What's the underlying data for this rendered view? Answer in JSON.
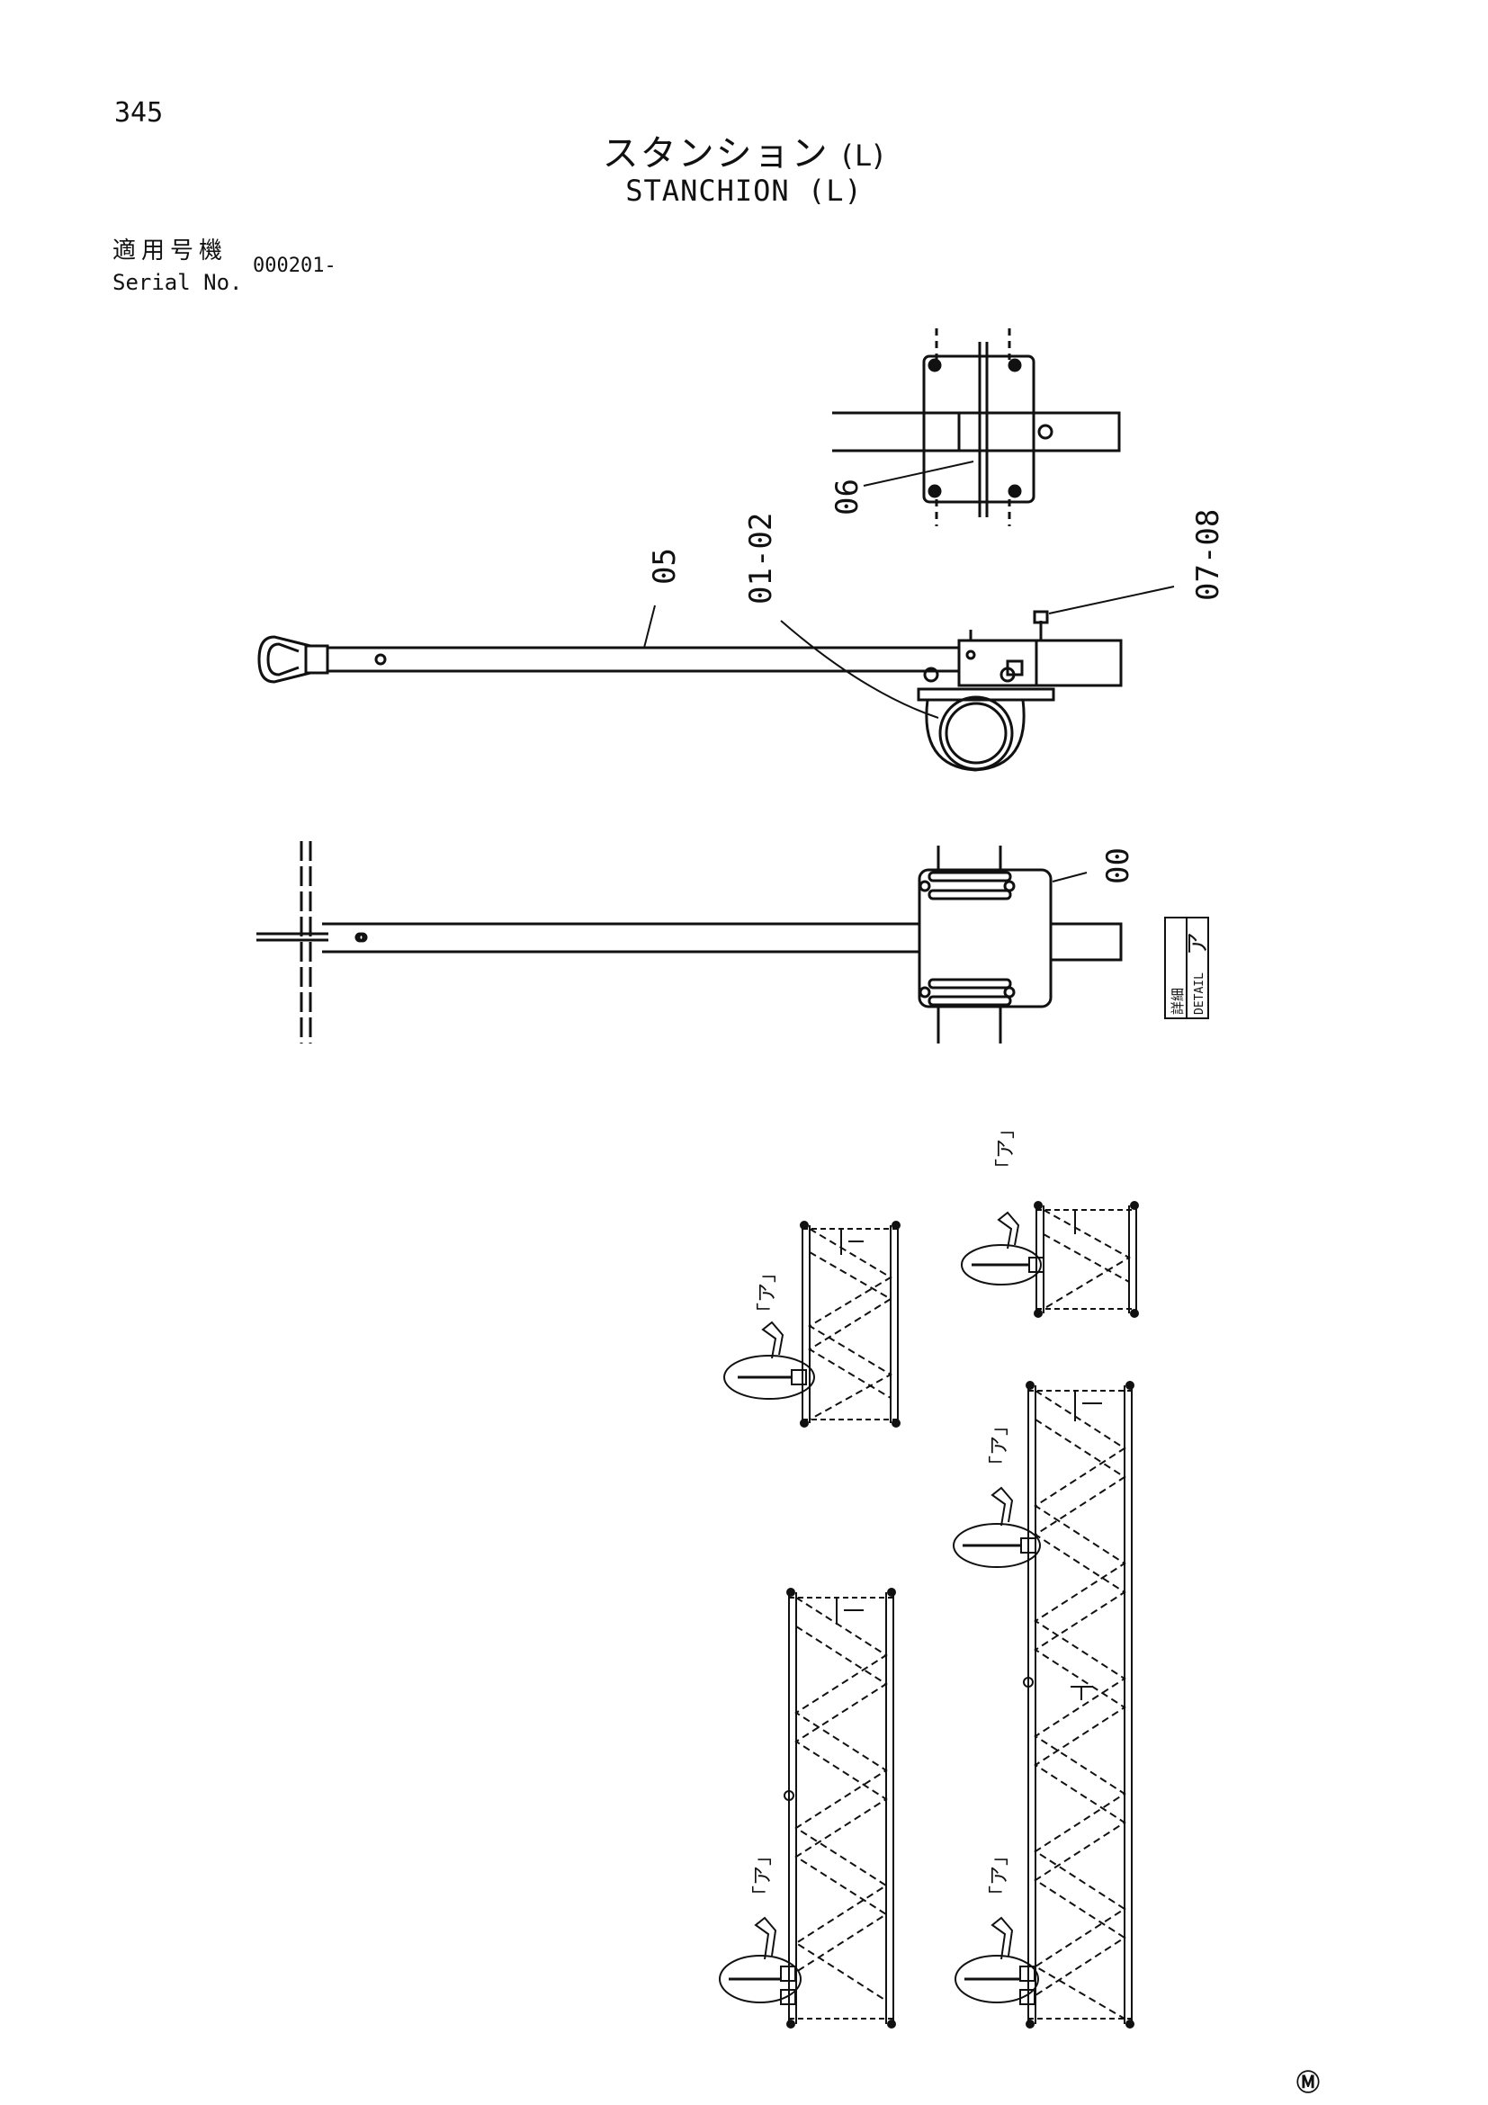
{
  "page": {
    "number": "345"
  },
  "title": {
    "japanese": "スタンション",
    "japanese_suffix": "(L)",
    "english": "STANCHION (L)"
  },
  "serial": {
    "label_jp": "適用号機",
    "label_en": "Serial No.",
    "value": "000201-"
  },
  "callouts": {
    "frame": "00",
    "pipe_clamp": "01-02",
    "stanchion_bar": "05",
    "plate": "06",
    "grease_fitting": "07-08"
  },
  "detail_box": {
    "label_jp": "詳細",
    "label_en": "DETAIL",
    "ref": "ア"
  },
  "boom_detail_ref": "「ア」",
  "maker_mark": "Ⓜ"
}
